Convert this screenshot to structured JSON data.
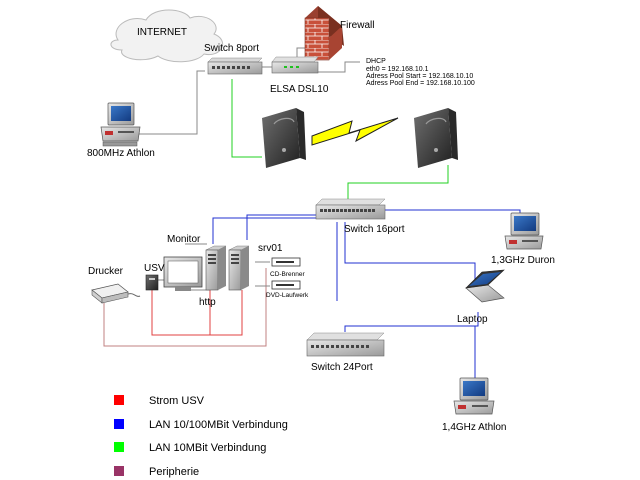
{
  "labels": {
    "internet": "INTERNET",
    "firewall": "Firewall",
    "switch8": "Switch 8port",
    "elsa": "ELSA DSL10",
    "dhcp": "DHCP",
    "eth0": "eth0 = 192.168.10.1",
    "pool_start": "Adress Pool Start = 192.168.10.10",
    "pool_end": "Adress Pool End  = 192.168.10.100",
    "athlon800": "800MHz Athlon",
    "switch16": "Switch 16port",
    "duron": "1,3GHz Duron",
    "monitor": "Monitor",
    "srv01": "srv01",
    "cd": "CD-Brenner",
    "dvd": "DVD-Laufwerk",
    "drucker": "Drucker",
    "usv": "USV",
    "http": "http",
    "laptop": "Laptop",
    "switch24": "Switch 24Port",
    "athlon14": "1,4GHz Athlon"
  },
  "legend": [
    {
      "label": "Strom USV",
      "color": "#ff0000"
    },
    {
      "label": "LAN 10/100MBit Verbindung",
      "color": "#0000ff"
    },
    {
      "label": "LAN 10MBit Verbindung",
      "color": "#00ff00"
    },
    {
      "label": "Peripherie",
      "color": "#993366"
    }
  ],
  "colors": {
    "power": "#e04040",
    "lan100": "#2030d0",
    "lan10": "#20d020",
    "peripheral": "#888888",
    "lightning": "#ffff00"
  }
}
